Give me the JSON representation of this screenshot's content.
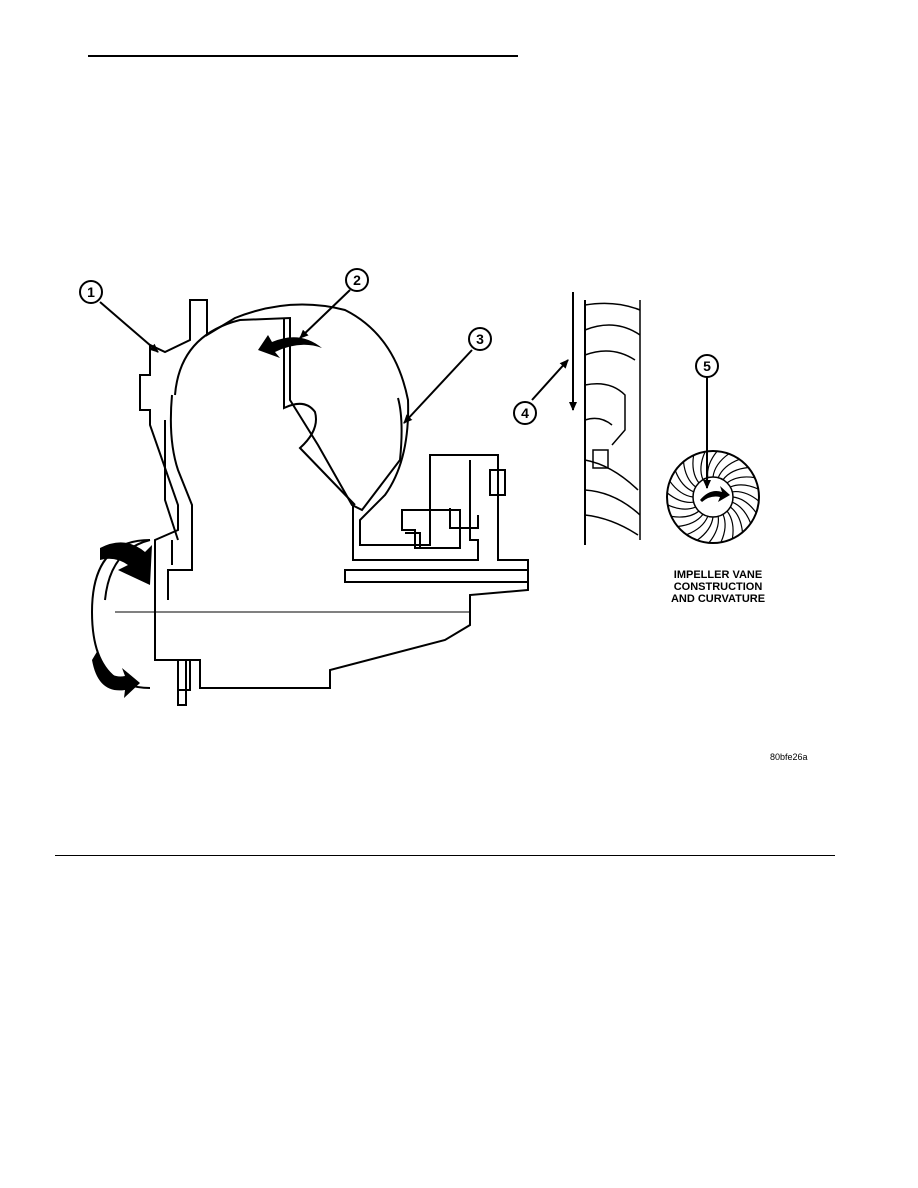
{
  "figure": {
    "callouts": [
      "1",
      "2",
      "3",
      "4",
      "5"
    ],
    "caption_lines": [
      "IMPELLER VANE",
      "CONSTRUCTION",
      "AND CURVATURE"
    ],
    "figure_code": "80bfe26a"
  }
}
